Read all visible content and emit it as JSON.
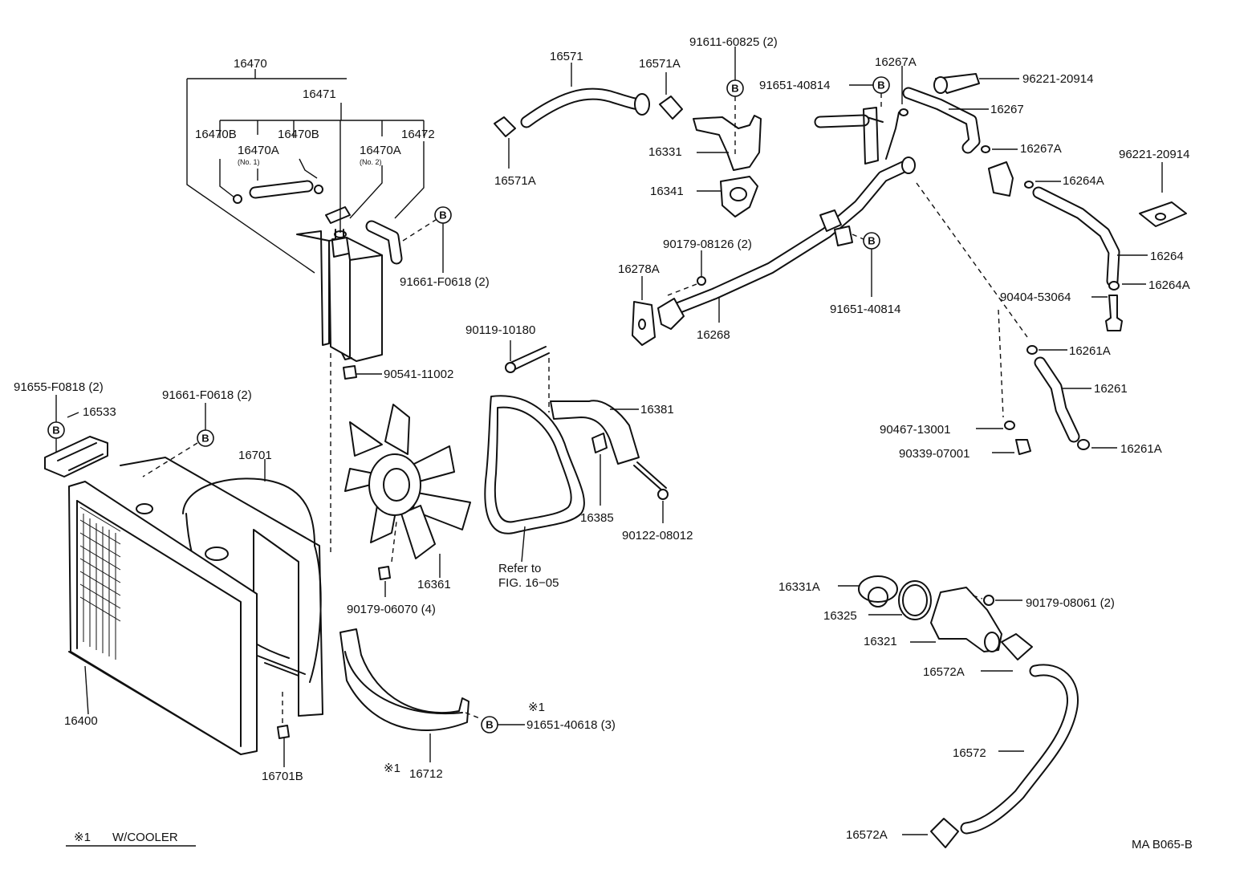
{
  "figure_code": "MA B065-B",
  "footnote": {
    "symbol": "※1",
    "text": "W/COOLER"
  },
  "star_mark": "※1",
  "callout_symbol": "B",
  "labels": {
    "p16470": "16470",
    "p16471": "16471",
    "p16470B_a": "16470B",
    "p16470B_b": "16470B",
    "p16472": "16472",
    "p16470A_1": "16470A",
    "no1": "(No. 1)",
    "p16470A_2": "16470A",
    "no2": "(No. 2)",
    "p91661_top": "91661-F0618 (2)",
    "p90541": "90541-11002",
    "p91655": "91655-F0818 (2)",
    "p16533": "16533",
    "p91661_left": "91661-F0618 (2)",
    "p16701": "16701",
    "p16400": "16400",
    "p16701B": "16701B",
    "p16571": "16571",
    "p16571A_top": "16571A",
    "p16571A_left": "16571A",
    "p91611": "91611-60825 (2)",
    "p16331": "16331",
    "p16341": "16341",
    "p91651_40814_top": "91651-40814",
    "p16267A_top": "16267A",
    "p96221_a": "96221-20914",
    "p16267": "16267",
    "p16267A_b": "16267A",
    "p96221_b": "96221-20914",
    "p16264A_a": "16264A",
    "p16264": "16264",
    "p16264A_b": "16264A",
    "p90404": "90404-53064",
    "p16261A_a": "16261A",
    "p16261": "16261",
    "p90467": "90467-13001",
    "p90339": "90339-07001",
    "p16261A_b": "16261A",
    "p90179_08126": "90179-08126 (2)",
    "p16278A": "16278A",
    "p16268": "16268",
    "p91651_40814_mid": "91651-40814",
    "p90119": "90119-10180",
    "p16381": "16381",
    "p16385": "16385",
    "p90122": "90122-08012",
    "p16361": "16361",
    "p90179_06070": "90179-06070 (4)",
    "refer1": "Refer to",
    "refer2": "FIG. 16−05",
    "p91651_40618": "91651-40618 (3)",
    "p16712": "16712",
    "p16331A": "16331A",
    "p16325": "16325",
    "p16321": "16321",
    "p90179_08061": "90179-08061 (2)",
    "p16572A_top": "16572A",
    "p16572": "16572",
    "p16572A_bottom": "16572A"
  }
}
